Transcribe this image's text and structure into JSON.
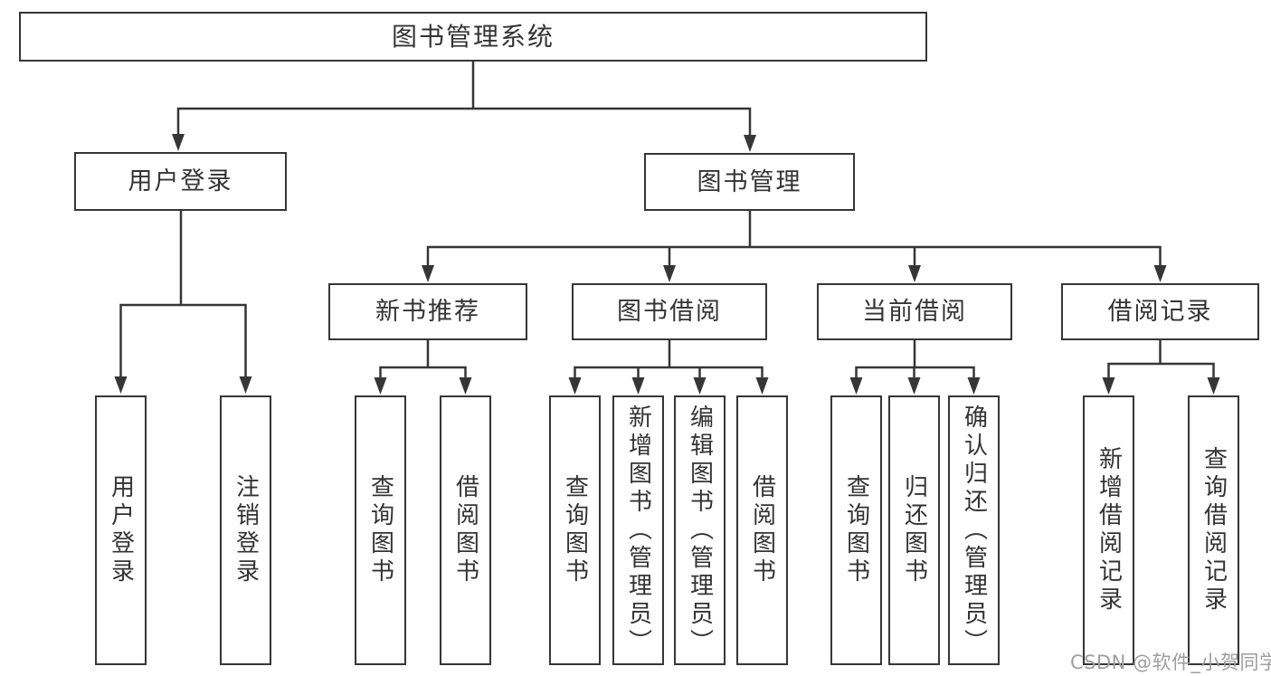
{
  "diagram": {
    "type": "hierarchy-tree",
    "colors": {
      "line": "#363636",
      "border": "#363636",
      "text": "#333333",
      "background": "#ffffff",
      "watermark": "#9e9e9e"
    }
  },
  "tree": {
    "label": "图书管理系统",
    "children": [
      {
        "label": "用户登录",
        "children": [
          {
            "label": "用户登录"
          },
          {
            "label": "注销登录"
          }
        ]
      },
      {
        "label": "图书管理",
        "children": [
          {
            "label": "新书推荐",
            "children": [
              {
                "label": "查询图书"
              },
              {
                "label": "借阅图书"
              }
            ]
          },
          {
            "label": "图书借阅",
            "children": [
              {
                "label": "查询图书"
              },
              {
                "label": "新增图书（管理员）"
              },
              {
                "label": "编辑图书（管理员）"
              },
              {
                "label": "借阅图书"
              }
            ]
          },
          {
            "label": "当前借阅",
            "children": [
              {
                "label": "查询图书"
              },
              {
                "label": "归还图书"
              },
              {
                "label": "确认归还（管理员）"
              }
            ]
          },
          {
            "label": "借阅记录",
            "children": [
              {
                "label": "新增借阅记录"
              },
              {
                "label": "查询借阅记录"
              }
            ]
          }
        ]
      }
    ]
  },
  "watermark": {
    "text": "CSDN @软件_小贺同学"
  }
}
